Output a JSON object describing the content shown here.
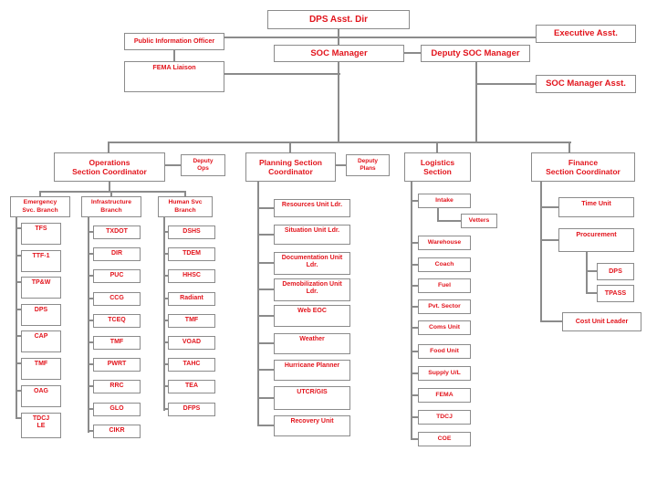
{
  "colors": {
    "text_red": "#e2141c",
    "line_gray": "#8b8b8b",
    "background": "#ffffff"
  },
  "nodes": {
    "top": {
      "dps_asst_dir": "DPS Asst. Dir",
      "public_information_officer": "Public Information Officer",
      "executive_asst": "Executive Asst.",
      "soc_manager": "SOC Manager",
      "deputy_soc_manager": "Deputy SOC Manager",
      "fema_liaison": "FEMA Liaison",
      "soc_manager_asst": "SOC Manager Asst."
    },
    "sections": {
      "operations": "Operations\nSection Coordinator",
      "deputy_ops": "Deputy\nOps",
      "planning": "Planning Section\nCoordinator",
      "deputy_plans": "Deputy\nPlans",
      "logistics": "Logistics\nSection",
      "finance": "Finance\nSection Coordinator"
    },
    "branches": {
      "emergency": "Emergency\nSvc. Branch",
      "infrastructure": "Infrastructure\nBranch",
      "human_svc": "Human Svc\nBranch"
    },
    "emergency": {
      "tfs": "TFS",
      "ttf_1": "TTF-1",
      "tp_w": "TP&W",
      "dps": "DPS",
      "cap": "CAP",
      "tmf": "TMF",
      "oag": "OAG",
      "tdcj_le": "TDCJ\nLE"
    },
    "infrastructure": {
      "txdot": "TXDOT",
      "dir": "DIR",
      "puc": "PUC",
      "ccg": "CCG",
      "tceq": "TCEQ",
      "tmf": "TMF",
      "pwrt": "PWRT",
      "rrc": "RRC",
      "glo": "GLO",
      "cikr": "CIKR"
    },
    "human_svc": {
      "dshs": "DSHS",
      "tdem": "TDEM",
      "hhsc": "HHSC",
      "radiant": "Radiant",
      "tmf": "TMF",
      "voad": "VOAD",
      "tahc": "TAHC",
      "tea": "TEA",
      "dfps": "DFPS"
    },
    "planning": {
      "resources": "Resources Unit Ldr.",
      "situation": "Situation Unit Ldr.",
      "documentation": "Documentation Unit\nLdr.",
      "demobilization": "Demobilization Unit\nLdr.",
      "web_eoc": "Web EOC",
      "weather": "Weather",
      "hurricane_planner": "Hurricane Planner",
      "utcr_gis": "UTCR/GIS",
      "recovery_unit": "Recovery Unit"
    },
    "logistics": {
      "intake": "Intake",
      "vetters": "Vetters",
      "warehouse": "Warehouse",
      "coach": "Coach",
      "fuel": "Fuel",
      "pvt_sector": "Pvt. Sector",
      "coms_unit": "Coms Unit",
      "food_unit": "Food Unit",
      "supply_ul": "Supply U/L",
      "fema": "FEMA",
      "tdcj": "TDCJ",
      "coe": "COE"
    },
    "finance": {
      "time_unit": "Time Unit",
      "procurement": "Procurement",
      "dps": "DPS",
      "tpass": "TPASS",
      "cost_unit_leader": "Cost Unit Leader"
    }
  }
}
